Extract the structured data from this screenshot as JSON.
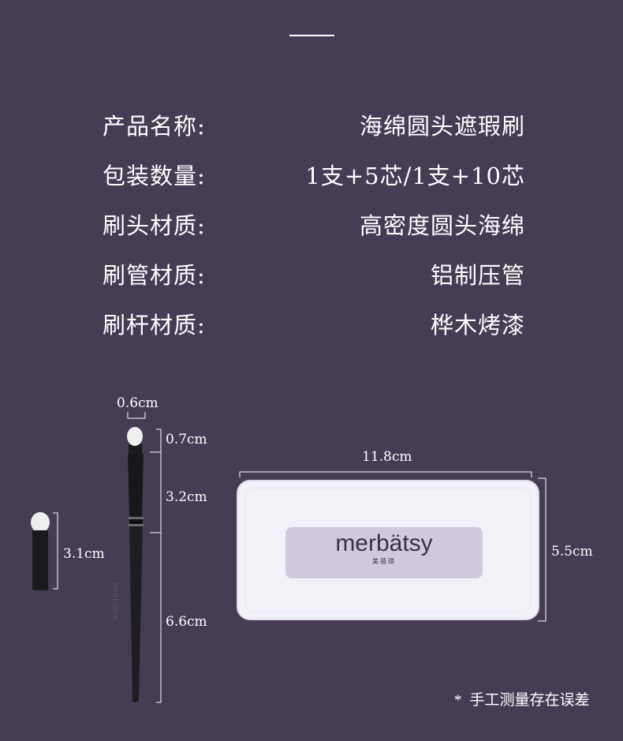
{
  "specs": [
    {
      "label": "产品名称:",
      "value": "海绵圆头遮瑕刷"
    },
    {
      "label": "包装数量:",
      "value": "1支+5芯/1支+10芯"
    },
    {
      "label": "刷头材质:",
      "value": "高密度圆头海绵"
    },
    {
      "label": "刷管材质:",
      "value": "铝制压管"
    },
    {
      "label": "刷杆材质:",
      "value": "桦木烤漆"
    }
  ],
  "dimensions": {
    "tip_width": "0.6cm",
    "tip_height": "0.7cm",
    "ferrule_length": "3.2cm",
    "handle_length": "6.6cm",
    "refill_length": "3.1cm",
    "case_width": "11.8cm",
    "case_height": "5.5cm"
  },
  "brand": {
    "name": "merbätsy",
    "sub": "美蓓琪",
    "handle_print": "merbätsy"
  },
  "note": {
    "star": "*",
    "text": "手工测量存在误差"
  },
  "colors": {
    "background": "#463d55",
    "text": "#ffffff",
    "case_fill": "#f3f1f8",
    "label_fill": "#cfc8df"
  }
}
